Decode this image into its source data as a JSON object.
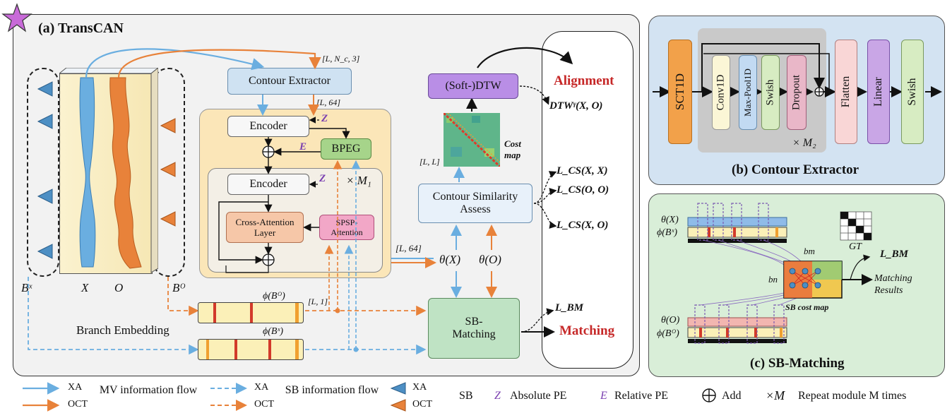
{
  "panel_a": {
    "title": "(a) TransCAN",
    "contour_extractor": "Contour Extractor",
    "dims_top": "[L, N_c, 3]",
    "dims_64": "[L, 64]",
    "encoder1": "Encoder",
    "encoder2": "Encoder",
    "bpeg": "BPEG",
    "cross_attn": "Cross-Attention Layer",
    "spsp": "SPSP-Attention",
    "repeat_m1": "× M₁",
    "z1": "Z",
    "z2": "Z",
    "e_label": "E",
    "soft_dtw": "(Soft-)DTW",
    "cost_map": "Cost map",
    "dims_ll": "[L, L]",
    "contour_sim": "Contour Similarity Assess",
    "dims_enc_out": "[L, 64]",
    "theta_x": "θ(X)",
    "theta_o": "θ(O)",
    "sb_matching": "SB-Matching",
    "alignment": "Alignment",
    "dtw_loss": "DTWᵞ(X, O)",
    "lcs_xx": "L_CS(X, X)",
    "lcs_oo": "L_CS(O, O)",
    "lcs_xo": "L_CS(X, O)",
    "l_bm": "L_BM",
    "matching": "Matching",
    "phi_bo": "ϕ(Bᴼ)",
    "phi_bx": "ϕ(Bˣ)",
    "dims_l1": "[L, 1]",
    "branch_embedding": "Branch Embedding",
    "bx": "Bˣ",
    "bo": "Bᴼ",
    "x": "X",
    "o": "O"
  },
  "panel_b": {
    "title": "(b) Contour Extractor",
    "sct1d": "SCT1D",
    "conv1d": "Conv1D",
    "maxpool": "Max-Pool1D",
    "swish1": "Swish",
    "dropout": "Dropout",
    "flatten": "Flatten",
    "linear": "Linear",
    "swish2": "Swish",
    "repeat_m2": "× M₂"
  },
  "panel_c": {
    "title": "(c) SB-Matching",
    "theta_x": "θ(X)",
    "phi_bx": "ϕ(Bˣ)",
    "theta_o": "θ(O)",
    "phi_bo": "ϕ(Bᴼ)",
    "bm": "bm",
    "bn": "bn",
    "gt": "GT",
    "l_bm": "L_BM",
    "matching_results": "Matching Results",
    "cost_map": "SB cost map"
  },
  "legend": {
    "xa1": "XA",
    "oct1": "OCT",
    "mv_flow": "MV information flow",
    "xa2": "XA",
    "oct2": "OCT",
    "sb_flow": "SB information flow",
    "xa3": "XA",
    "oct3": "OCT",
    "sb": "SB",
    "z": "Z",
    "abs_pe": "Absolute PE",
    "e": "E",
    "rel_pe": "Relative PE",
    "add": "Add",
    "xm": "×M",
    "repeat": "Repeat module M times"
  },
  "colors": {
    "xa_blue": "#6aaee0",
    "oct_orange": "#e8823a",
    "panel_a_bg": "#f2f2f2",
    "panel_b_bg": "#d3e3f2",
    "panel_c_bg": "#d9eed8",
    "encoder_block": "#fbe6b8",
    "purple": "#b98ee6",
    "red_text": "#c62828"
  }
}
